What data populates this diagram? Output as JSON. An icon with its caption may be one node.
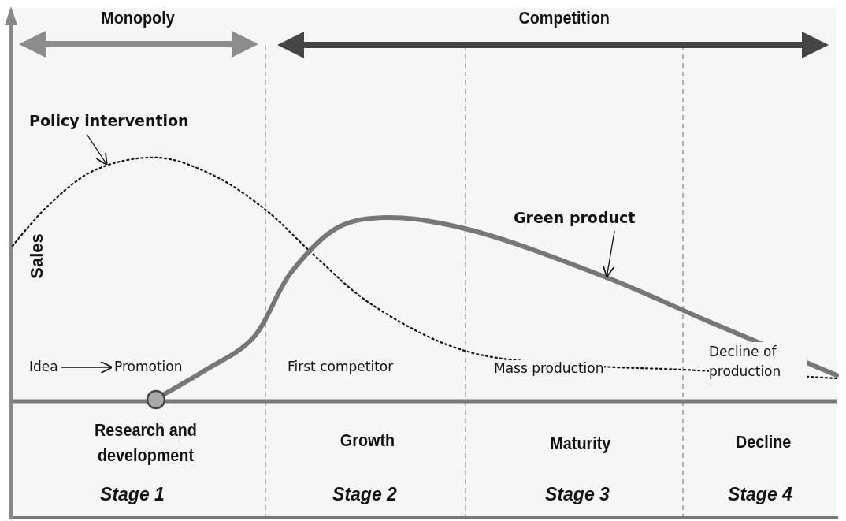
{
  "diagram": {
    "nodes": [
      {
        "text": [
          "Policy intervention"
        ]
      },
      {
        "text": [
          "Green product"
        ]
      },
      {
        "text": [
          "Idea"
        ]
      },
      {
        "text": [
          "Promotion"
        ]
      }
    ],
    "edges": [
      {
        "from": 0,
        "to": null,
        "arrow": "to"
      },
      {
        "from": 1,
        "to": null,
        "arrow": "to"
      },
      {
        "from": 2,
        "to": 3,
        "arrow": "to"
      }
    ],
    "labels": [
      "Monopoly",
      "Competition",
      "Sales",
      "First competitor",
      "Mass production",
      "Decline of production",
      "Research and development",
      "Growth",
      "Maturity",
      "Decline",
      "Stage 1",
      "Stage 2",
      "Stage 3",
      "Stage 4"
    ]
  }
}
